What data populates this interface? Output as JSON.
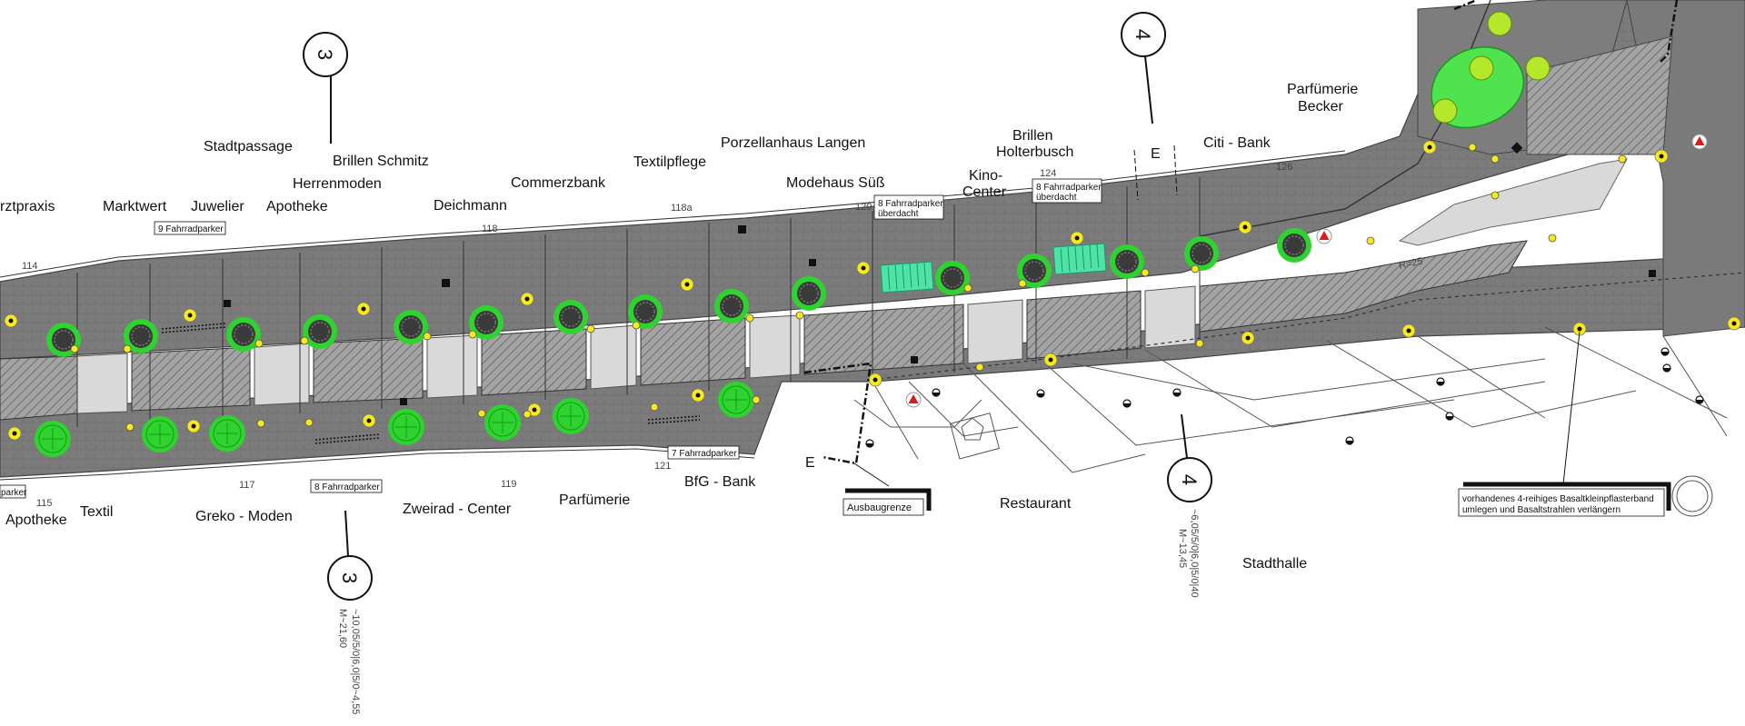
{
  "labels": {
    "stadtpassage": "Stadtpassage",
    "brillen_schmitz": "Brillen Schmitz",
    "herrenmoden": "Herrenmoden",
    "arztpraxis": "rztpraxis",
    "marktwert": "Marktwert",
    "juwelier": "Juwelier",
    "apotheke_top": "Apotheke",
    "deichmann": "Deichmann",
    "commerzbank": "Commerzbank",
    "textilpflege": "Textilpflege",
    "porzellanhaus": "Porzellanhaus Langen",
    "modehaus": "Modehaus Süß",
    "kino_1": "Kino-",
    "kino_2": "Center",
    "brillen_h_1": "Brillen",
    "brillen_h_2": "Holterbusch",
    "citi": "Citi - Bank",
    "parf_becker_1": "Parfümerie",
    "parf_becker_2": "Becker",
    "apotheke_bottom": "Apotheke",
    "textil": "Textil",
    "greko": "Greko - Moden",
    "zweirad": "Zweirad - Center",
    "parfuemerie": "Parfümerie",
    "bfg": "BfG - Bank",
    "restaurant": "Restaurant",
    "stadthalle": "Stadthalle"
  },
  "parking": {
    "p9": "9 Fahrradparker",
    "p8_roof_1": "8 Fahrradparker",
    "p8_roof_2": "überdacht",
    "p8": "8 Fahrradparker",
    "p7": "7 Fahrradparker",
    "parker": "parker"
  },
  "notes": {
    "ausbaugrenze": "Ausbaugrenze",
    "basalt_1": "vorhandenes 4-reihiges Basaltkleinpflasterband",
    "basalt_2": "umlegen und Basaltstrahlen verlängern"
  },
  "sections": {
    "s3_top": "3",
    "s3_bottom": "3",
    "s4_top": "4",
    "s4_bottom": "4",
    "s3_dims_1": "~10,05/5/0|6,0|5/0~4,55",
    "s3_dims_2": "M~21,60",
    "s4_dims_1": "~6,05/5/0|6,0|5/0|40",
    "s4_dims_2": "M~13,45",
    "e_top": "E",
    "e_bottom": "E"
  },
  "house_numbers": {
    "n114": "114",
    "n115": "115",
    "n117": "117",
    "n118": "118",
    "n118a": "118a",
    "n119": "119",
    "n120": "120",
    "n121": "121",
    "n124": "124",
    "n126": "126",
    "r25": "R=25"
  },
  "colors": {
    "pavement": "#7d7d7d",
    "hatch_bed": "#9a9a9a",
    "crossing": "#d9d9d9",
    "tree_green": "#2fd32f",
    "lamp_yellow": "#f6ea1a",
    "bench_teal": "#4fe3a8",
    "marker_red": "#e01919",
    "grass": "#4fe34f"
  }
}
